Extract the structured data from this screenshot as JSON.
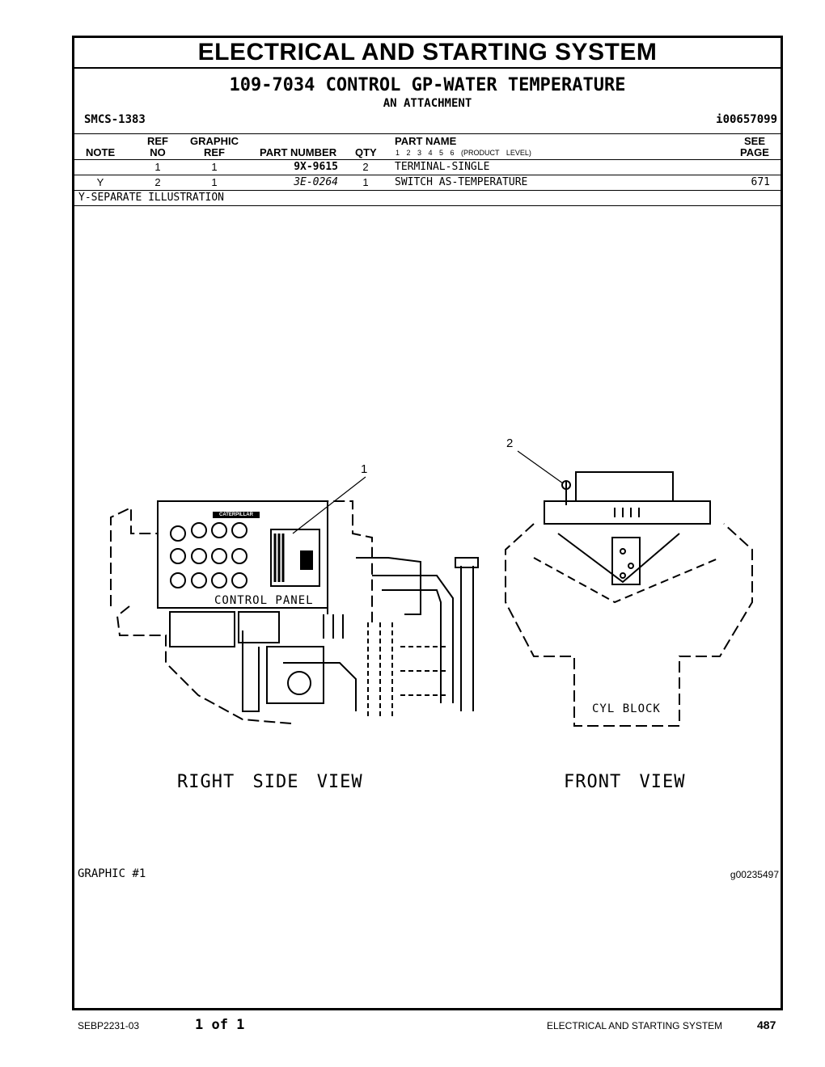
{
  "banner": "ELECTRICAL AND STARTING SYSTEM",
  "title": "109-7034 CONTROL GP-WATER TEMPERATURE",
  "subtitle": "AN ATTACHMENT",
  "smcs": "SMCS-1383",
  "doc_id": "i00657099",
  "headers": {
    "note": "NOTE",
    "ref_no_1": "REF",
    "ref_no_2": "NO",
    "graphic_ref_1": "GRAPHIC",
    "graphic_ref_2": "REF",
    "part_number": "PART NUMBER",
    "qty": "QTY",
    "part_name": "PART NAME",
    "levels": "1 2 3 4 5 6 (PRODUCT LEVEL)",
    "see_page_1": "SEE",
    "see_page_2": "PAGE"
  },
  "parts": [
    {
      "note": "",
      "ref_no": "1",
      "graphic_ref": "1",
      "part_number": "9X-9615",
      "qty": "2",
      "part_name": "TERMINAL-SINGLE",
      "see_page": ""
    },
    {
      "note": "Y",
      "ref_no": "2",
      "graphic_ref": "1",
      "part_number": "3E-0264",
      "qty": "1",
      "part_name": "SWITCH AS-TEMPERATURE",
      "see_page": "671"
    }
  ],
  "footnote": "Y-SEPARATE ILLUSTRATION",
  "illustration": {
    "callout_1": "1",
    "callout_2": "2",
    "control_panel_label": "CONTROL PANEL",
    "brand_plate": "CATERPILLAR",
    "cyl_block_label": "CYL BLOCK",
    "right_view_caption": "RIGHT SIDE VIEW",
    "front_view_caption": "FRONT VIEW",
    "graphic_label": "GRAPHIC #1",
    "graphic_id": "g00235497"
  },
  "footer": {
    "doc_number": "SEBP2231-03",
    "page_of": "1 of 1",
    "section": "ELECTRICAL AND STARTING SYSTEM",
    "page_number": "487"
  }
}
